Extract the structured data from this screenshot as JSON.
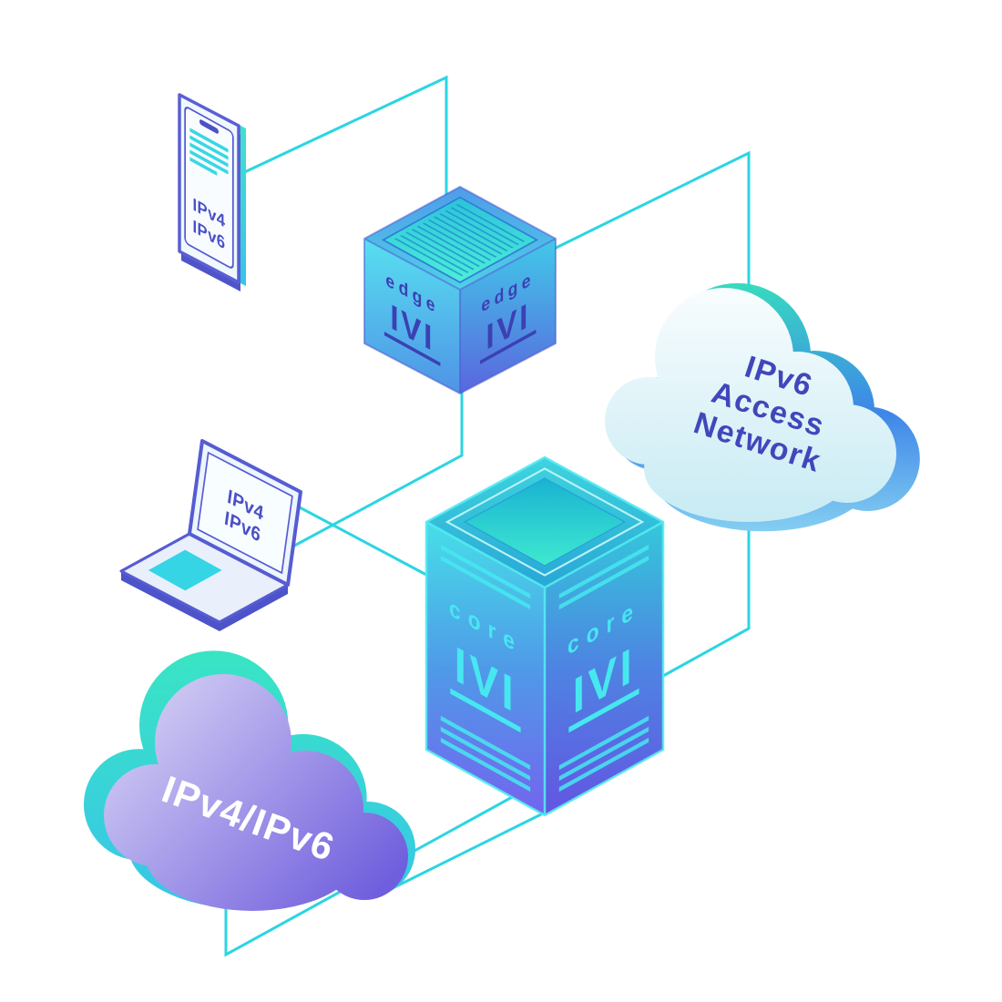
{
  "nodes": {
    "phone": {
      "line1": "IPv4",
      "line2": "IPv6"
    },
    "edge_router": {
      "left_face": {
        "name": "edge",
        "tech": "IVI"
      },
      "right_face": {
        "name": "edge",
        "tech": "IVI"
      }
    },
    "ipv6_access_cloud": {
      "line1": "IPv6",
      "line2": "Access",
      "line3": "Network"
    },
    "laptop": {
      "line1": "IPv4",
      "line2": "IPv6"
    },
    "core_router": {
      "left_face": {
        "name": "core",
        "tech": "IVI"
      },
      "right_face": {
        "name": "core",
        "tech": "IVI"
      }
    },
    "dual_stack_cloud": {
      "label": "IPv4/IPv6"
    }
  },
  "colors": {
    "link": "#2bd5e2",
    "indigo_text": "#3b41b4",
    "core_text": "#47e7f0",
    "cloud_text": "#4147bb",
    "white_text": "#ffffff"
  }
}
